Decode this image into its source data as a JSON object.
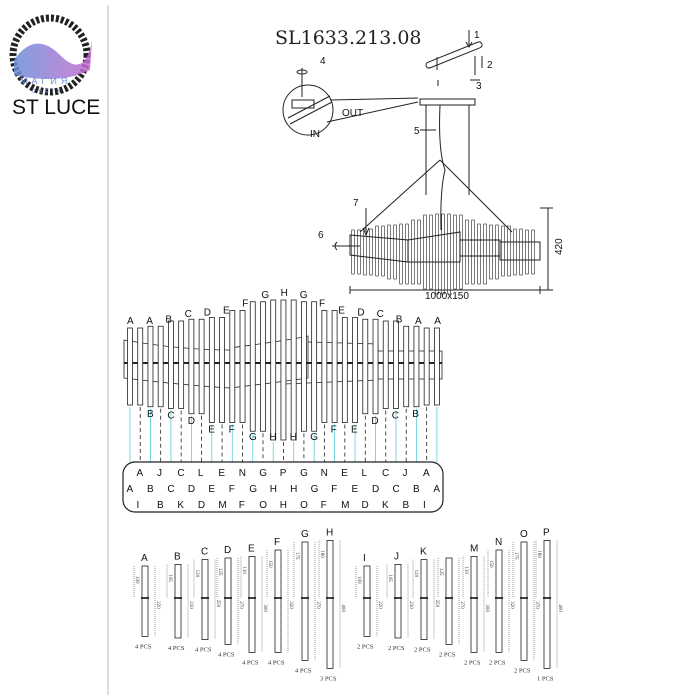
{
  "logo": {
    "brand": "ST LUCE",
    "sub1": "МАГИЯ",
    "sub2": "СВЕТА"
  },
  "title": "SL1633.213.08",
  "callouts": [
    "1",
    "2",
    "3",
    "4",
    "5",
    "6",
    "7"
  ],
  "wiring": {
    "in": "IN",
    "out": "OUT"
  },
  "dimensions": {
    "height": "420",
    "size": "1000x150"
  },
  "front_top_labels": [
    "A",
    "A",
    "B",
    "C",
    "D",
    "E",
    "F",
    "G",
    "H",
    "G",
    "F",
    "E",
    "D",
    "C",
    "B",
    "A",
    "A"
  ],
  "front_bottom_labels": [
    "B",
    "C",
    "D",
    "E",
    "F",
    "G",
    "H",
    "H",
    "G",
    "F",
    "E",
    "D",
    "C",
    "B"
  ],
  "layout_rows": {
    "row1": [
      "A",
      "J",
      "C",
      "L",
      "E",
      "N",
      "G",
      "P",
      "G",
      "N",
      "E",
      "L",
      "C",
      "J",
      "A"
    ],
    "row2": [
      "A",
      "B",
      "C",
      "D",
      "E",
      "F",
      "G",
      "H",
      "H",
      "G",
      "F",
      "E",
      "D",
      "C",
      "B",
      "A"
    ],
    "row3": [
      "I",
      "B",
      "K",
      "D",
      "M",
      "F",
      "O",
      "H",
      "O",
      "F",
      "M",
      "D",
      "K",
      "B",
      "I"
    ]
  },
  "parts": [
    {
      "label": "A",
      "top": "100",
      "length": "220",
      "qty": "4 PCS"
    },
    {
      "label": "B",
      "top": "105",
      "length": "230",
      "qty": "4 PCS"
    },
    {
      "label": "C",
      "top": "120",
      "length": "250",
      "qty": "4 PCS"
    },
    {
      "label": "D",
      "top": "125",
      "length": "270",
      "qty": "4 PCS"
    },
    {
      "label": "E",
      "top": "130",
      "length": "300",
      "qty": "4 PCS"
    },
    {
      "label": "F",
      "top": "150",
      "length": "320",
      "qty": "4 PCS"
    },
    {
      "label": "G",
      "top": "175",
      "length": "370",
      "qty": "4 PCS"
    },
    {
      "label": "H",
      "top": "180",
      "length": "400",
      "qty": "3 PCS"
    },
    {
      "label": "I",
      "top": "100",
      "length": "220",
      "qty": "2 PCS"
    },
    {
      "label": "J",
      "top": "105",
      "length": "230",
      "qty": "2 PCS"
    },
    {
      "label": "K",
      "top": "120",
      "length": "250",
      "qty": "2 PCS"
    },
    {
      "label": "",
      "top": "125",
      "length": "270",
      "qty": "2 PCS"
    },
    {
      "label": "M",
      "top": "130",
      "length": "300",
      "qty": "2 PCS"
    },
    {
      "label": "N",
      "top": "150",
      "length": "320",
      "qty": "2 PCS"
    },
    {
      "label": "O",
      "top": "175",
      "length": "370",
      "qty": "2 PCS"
    },
    {
      "label": "P",
      "top": "180",
      "length": "400",
      "qty": "1 PCS"
    }
  ],
  "colors": {
    "line": "#222222",
    "cyan": "#5ccfdc",
    "logo_purple": "#9b5fc8",
    "logo_blue": "#6a8fd8"
  }
}
